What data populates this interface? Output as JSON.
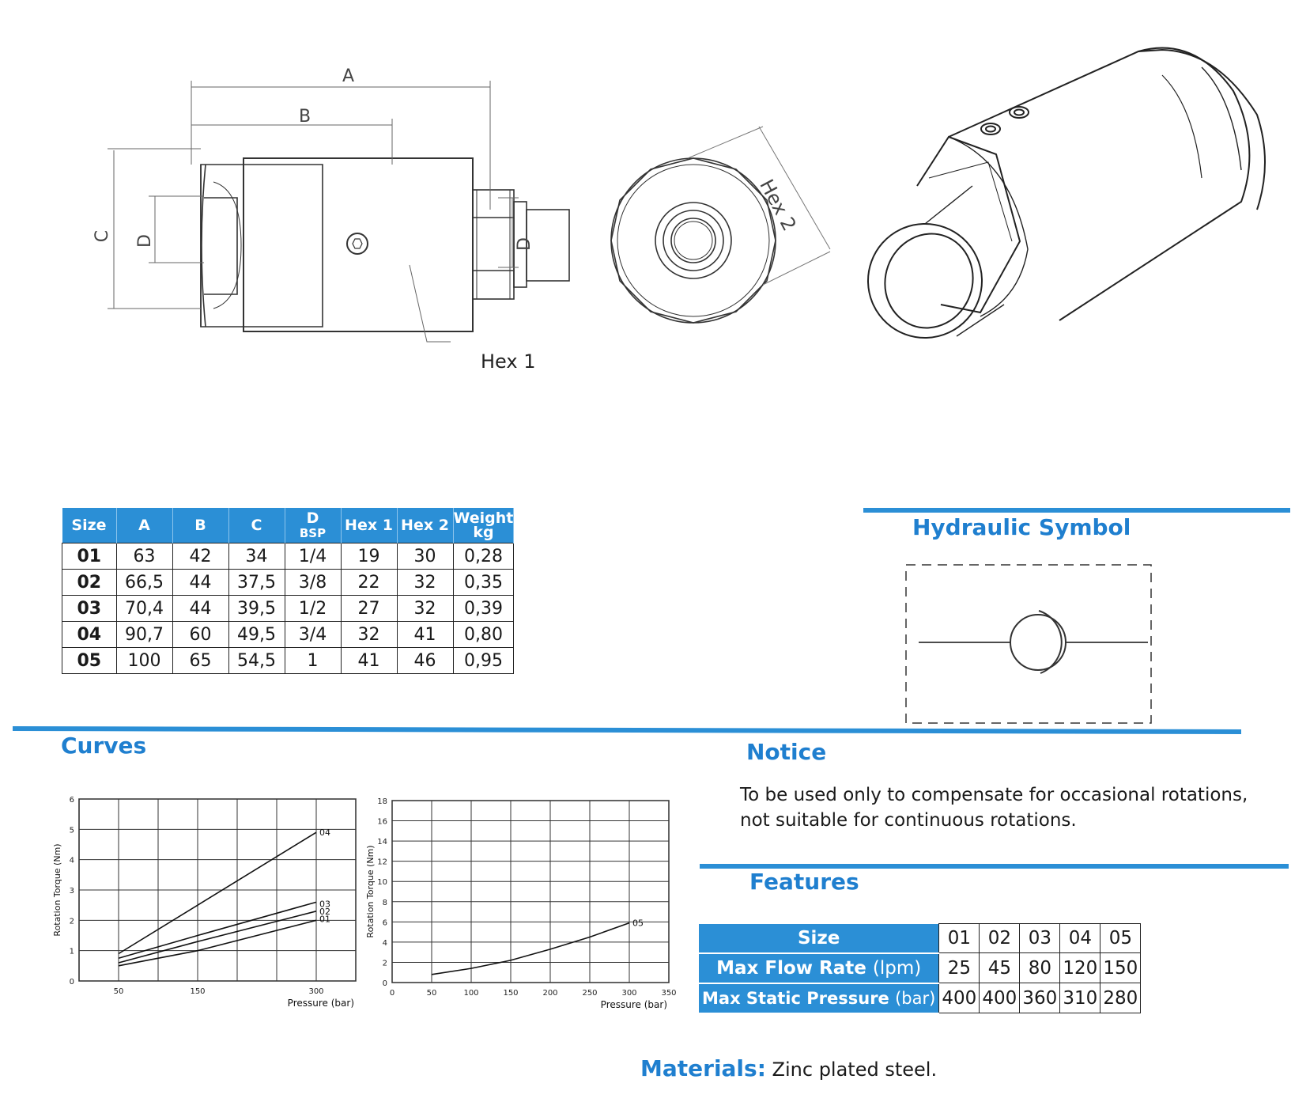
{
  "drawing": {
    "dim_a": "A",
    "dim_b": "B",
    "dim_c": "C",
    "dim_d_left": "D",
    "dim_d_right": "D",
    "hex1_label": "Hex 1",
    "hex2_label": "Hex 2"
  },
  "spec_table": {
    "headers": [
      {
        "line1": "Size",
        "line2": ""
      },
      {
        "line1": "A",
        "line2": ""
      },
      {
        "line1": "B",
        "line2": ""
      },
      {
        "line1": "C",
        "line2": ""
      },
      {
        "line1": "D",
        "line2": "BSP"
      },
      {
        "line1": "Hex 1",
        "line2": ""
      },
      {
        "line1": "Hex 2",
        "line2": ""
      },
      {
        "line1": "Weight",
        "line2": "kg"
      }
    ],
    "rows": [
      [
        "01",
        "63",
        "42",
        "34",
        "1/4",
        "19",
        "30",
        "0,28"
      ],
      [
        "02",
        "66,5",
        "44",
        "37,5",
        "3/8",
        "22",
        "32",
        "0,35"
      ],
      [
        "03",
        "70,4",
        "44",
        "39,5",
        "1/2",
        "27",
        "32",
        "0,39"
      ],
      [
        "04",
        "90,7",
        "60",
        "49,5",
        "3/4",
        "32",
        "41",
        "0,80"
      ],
      [
        "05",
        "100",
        "65",
        "54,5",
        "1",
        "41",
        "46",
        "0,95"
      ]
    ]
  },
  "hydraulic_symbol": {
    "title": "Hydraulic Symbol"
  },
  "curves": {
    "title": "Curves"
  },
  "chart_data": [
    {
      "type": "line",
      "ylabel": "Rotation Torque (Nm)",
      "xlabel": "Pressure (bar)",
      "xlim": [
        0,
        350
      ],
      "ylim": [
        0,
        6
      ],
      "x_ticks": [
        "50",
        "150",
        "300"
      ],
      "y_ticks": [
        "0",
        "1",
        "2",
        "3",
        "4",
        "5",
        "6"
      ],
      "series": [
        {
          "name": "04",
          "x": [
            50,
            150,
            300
          ],
          "y": [
            0.9,
            2.5,
            4.9
          ]
        },
        {
          "name": "03",
          "x": [
            50,
            150,
            300
          ],
          "y": [
            0.75,
            1.5,
            2.6
          ]
        },
        {
          "name": "02",
          "x": [
            50,
            150,
            300
          ],
          "y": [
            0.6,
            1.3,
            2.3
          ]
        },
        {
          "name": "01",
          "x": [
            50,
            150,
            300
          ],
          "y": [
            0.5,
            1.0,
            2.0
          ]
        }
      ]
    },
    {
      "type": "line",
      "ylabel": "Rotation Torque (Nm)",
      "xlabel": "Pressure (bar)",
      "xlim": [
        0,
        350
      ],
      "ylim": [
        0,
        18
      ],
      "x_ticks": [
        "0",
        "50",
        "100",
        "150",
        "200",
        "250",
        "300",
        "350"
      ],
      "y_ticks": [
        "0",
        "2",
        "4",
        "6",
        "8",
        "10",
        "12",
        "14",
        "16",
        "18"
      ],
      "series": [
        {
          "name": "05",
          "x": [
            50,
            100,
            150,
            200,
            250,
            300
          ],
          "y": [
            0.8,
            1.4,
            2.2,
            3.3,
            4.5,
            5.9
          ]
        }
      ]
    }
  ],
  "notice": {
    "title": "Notice",
    "line1": "To be used only to compensate for occasional rotations,",
    "line2": "not suitable for continuous rotations."
  },
  "features": {
    "title": "Features",
    "size_label": "Size",
    "sizes": [
      "01",
      "02",
      "03",
      "04",
      "05"
    ],
    "flow_label": "Max Flow Rate",
    "flow_unit": "(lpm)",
    "flow_values": [
      "25",
      "45",
      "80",
      "120",
      "150"
    ],
    "pressure_label": "Max Static Pressure",
    "pressure_unit": "(bar)",
    "pressure_values": [
      "400",
      "400",
      "360",
      "310",
      "280"
    ]
  },
  "materials": {
    "label": "Materials:",
    "value": "Zinc plated steel."
  },
  "colors": {
    "accent": "#2b8fd6",
    "heading": "#1f7fcf",
    "line": "#222222"
  }
}
